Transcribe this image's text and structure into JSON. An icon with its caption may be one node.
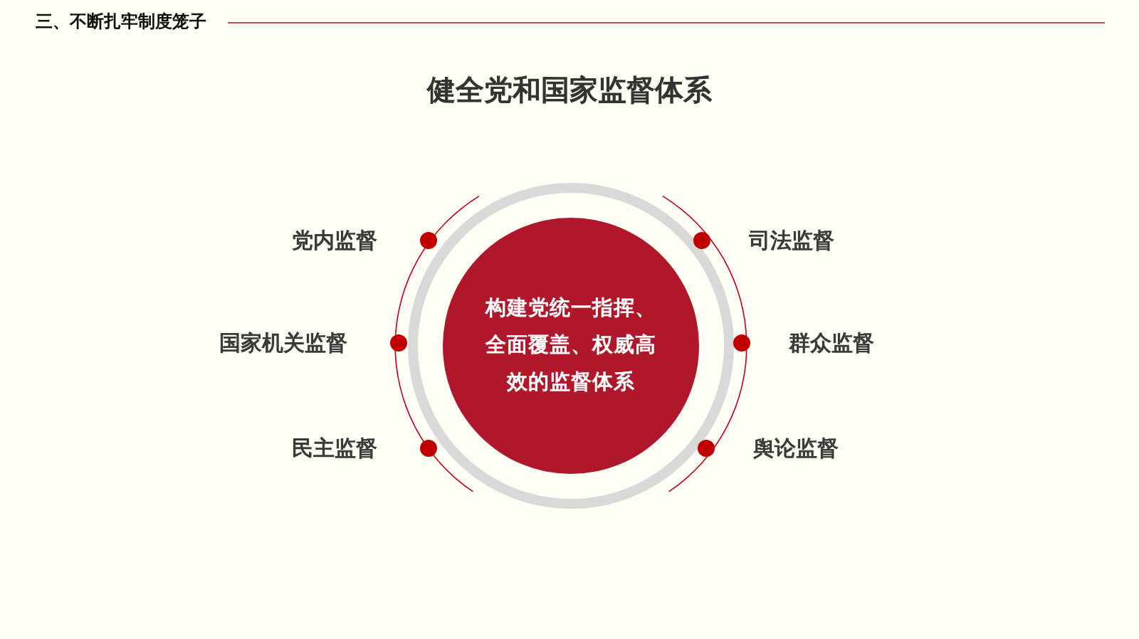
{
  "diagram": {
    "title": "健全党和国家监督体系",
    "nodes": [
      {
        "text": [
          "构建党统一指挥、全面覆盖、权威高效的监督体系"
        ]
      }
    ],
    "labels": [
      "三、不断扎牢制度笼子",
      "党内监督",
      "司法监督",
      "国家机关监督",
      "群众监督",
      "民主监督",
      "舆论监督"
    ]
  }
}
